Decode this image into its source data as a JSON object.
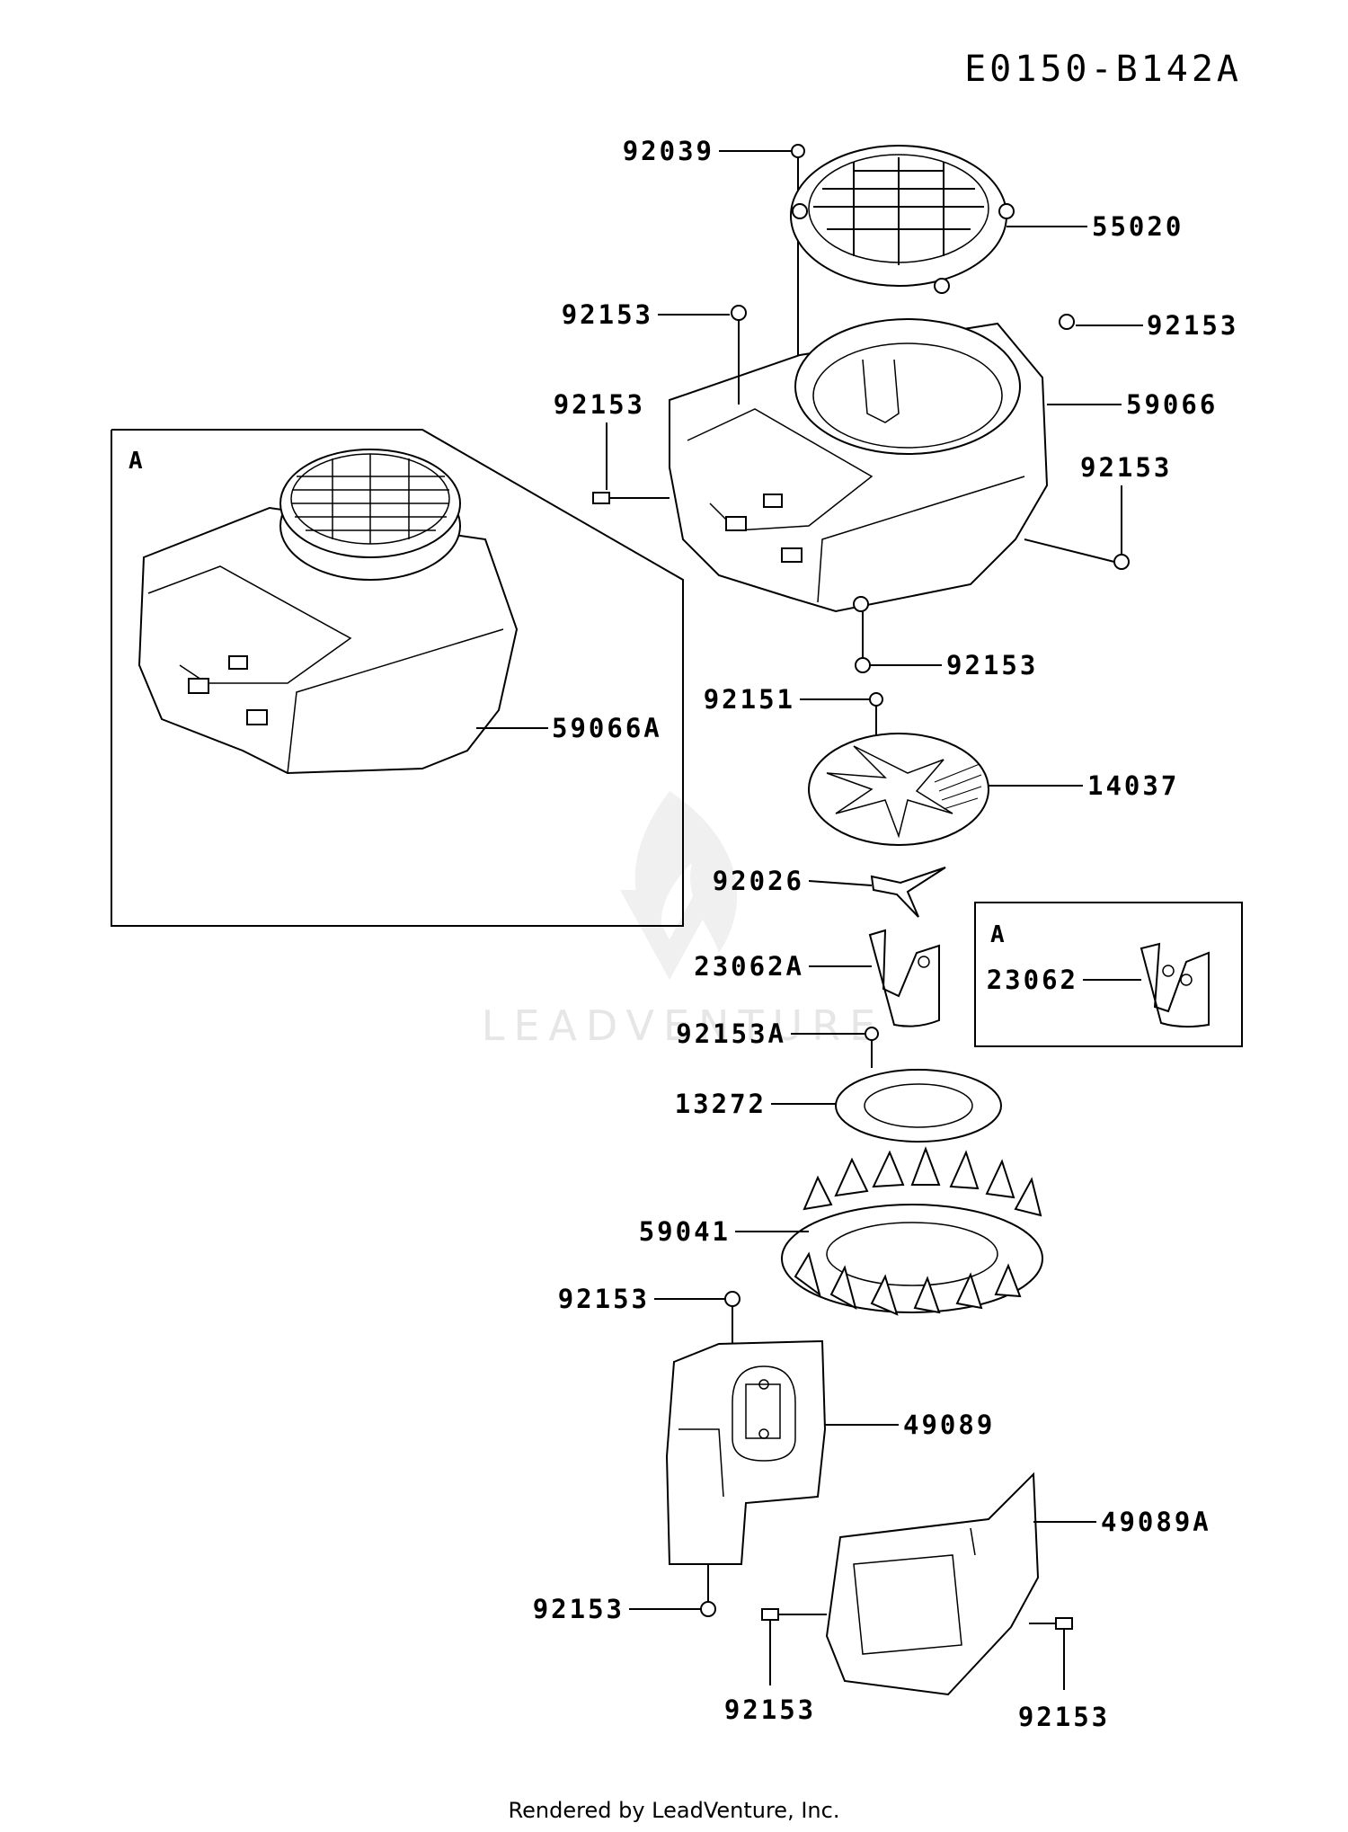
{
  "diagram_code": "E0150-B142A",
  "footer": "Rendered by LeadVenture, Inc.",
  "watermark": "LEADVENTURE",
  "inset_boxes": [
    {
      "letter": "A",
      "part": "59066A"
    },
    {
      "letter": "A",
      "part": "23062"
    }
  ],
  "parts": [
    {
      "number": "92039"
    },
    {
      "number": "55020"
    },
    {
      "number": "92153"
    },
    {
      "number": "92153"
    },
    {
      "number": "92153"
    },
    {
      "number": "59066"
    },
    {
      "number": "92153"
    },
    {
      "number": "92153"
    },
    {
      "number": "92151"
    },
    {
      "number": "14037"
    },
    {
      "number": "92026"
    },
    {
      "number": "23062A"
    },
    {
      "number": "92153A"
    },
    {
      "number": "13272"
    },
    {
      "number": "59041"
    },
    {
      "number": "92153"
    },
    {
      "number": "49089"
    },
    {
      "number": "49089A"
    },
    {
      "number": "92153"
    },
    {
      "number": "92153"
    },
    {
      "number": "92153"
    }
  ],
  "icons": {
    "watermark": "leadventure-flame-logo",
    "bolt": "bolt-icon"
  }
}
